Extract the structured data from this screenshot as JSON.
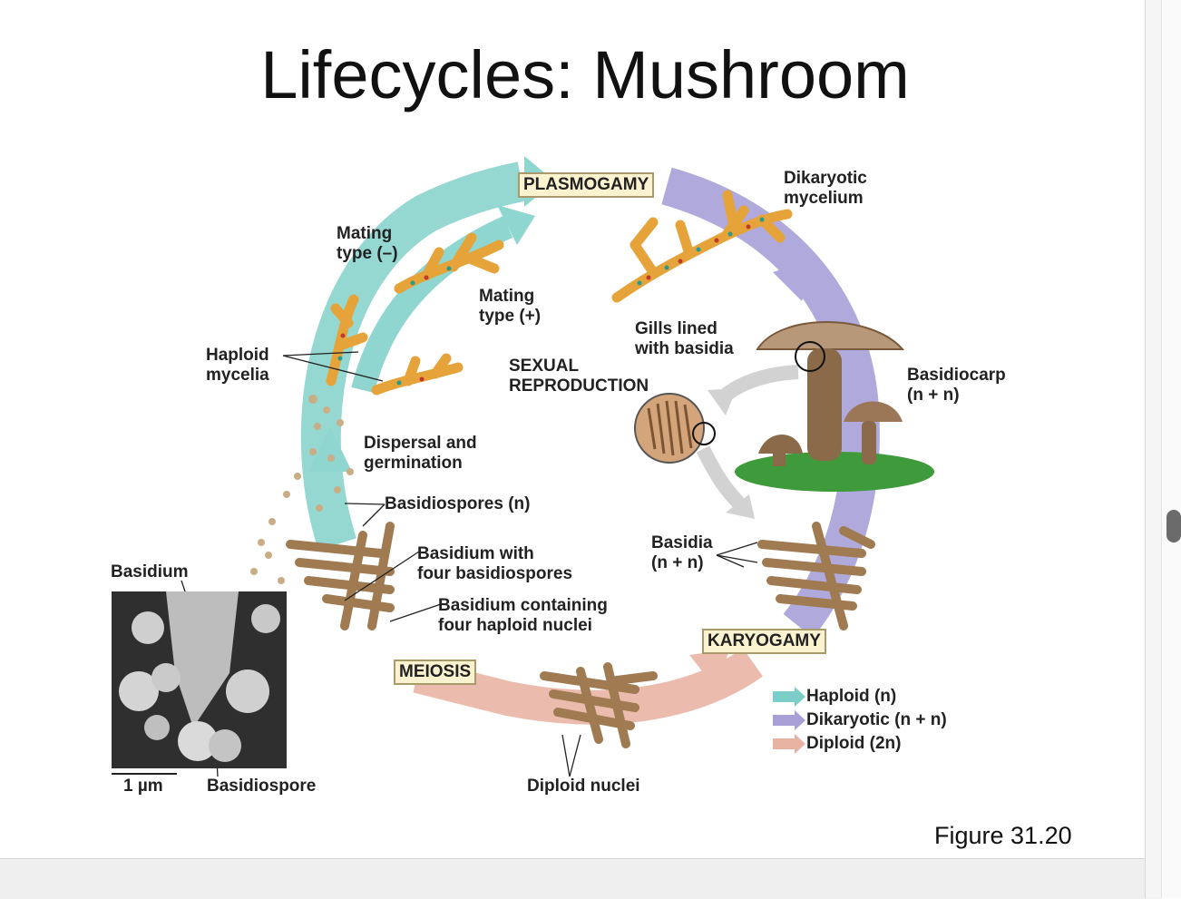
{
  "title": "Lifecycles: Mushroom",
  "stages": {
    "plasmogamy": "PLASMOGAMY",
    "karyogamy": "KARYOGAMY",
    "meiosis": "MEIOSIS"
  },
  "labels": {
    "dikaryotic_mycelium_1": "Dikaryotic",
    "dikaryotic_mycelium_2": "mycelium",
    "mating_minus_1": "Mating",
    "mating_minus_2": "type (–)",
    "mating_plus_1": "Mating",
    "mating_plus_2": "type (+)",
    "gills_1": "Gills lined",
    "gills_2": "with basidia",
    "haploid_mycelia_1": "Haploid",
    "haploid_mycelia_2": "mycelia",
    "sexual_1": "SEXUAL",
    "sexual_2": "REPRODUCTION",
    "basidiocarp_1": "Basidiocarp",
    "basidiocarp_2": "(n + n)",
    "dispersal_1": "Dispersal and",
    "dispersal_2": "germination",
    "basidiospores": "Basidiospores (n)",
    "basidia_1": "Basidia",
    "basidia_2": "(n + n)",
    "basidium": "Basidium",
    "basidium_four_spores_1": "Basidium with",
    "basidium_four_spores_2": "four basidiospores",
    "basidium_nuclei_1": "Basidium containing",
    "basidium_nuclei_2": "four haploid nuclei",
    "scale": "1 µm",
    "basidiospore": "Basidiospore",
    "diploid_nuclei": "Diploid nuclei"
  },
  "legend": [
    {
      "label": "Haploid (n)",
      "color": "#7ccfc8"
    },
    {
      "label": "Dikaryotic (n + n)",
      "color": "#a79fd6"
    },
    {
      "label": "Diploid (2n)",
      "color": "#e8b3a3"
    }
  ],
  "figure_label": "Figure 31.20",
  "colors": {
    "haploid_arrow": "#8fd6d0",
    "dikaryotic_arrow": "#b0a9dc",
    "diploid_arrow": "#ebbcae",
    "hyphae": "#e8a43a",
    "mushroom": "#8b6a4a"
  }
}
